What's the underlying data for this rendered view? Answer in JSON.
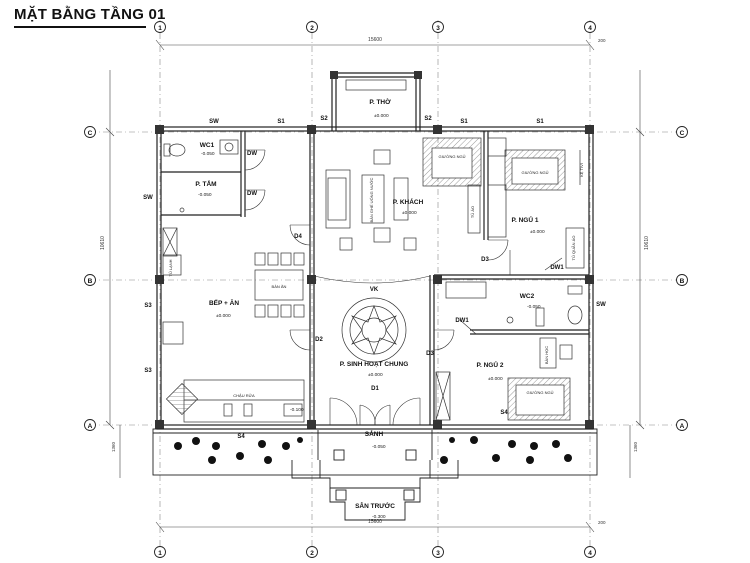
{
  "title": "MẶT BẰNG TẦNG 01",
  "grid_columns": [
    "1",
    "2",
    "3",
    "4"
  ],
  "grid_rows": [
    "C",
    "B",
    "A"
  ],
  "dimensions": {
    "top_total": "15600",
    "bottom_total": "15600",
    "left_total": "10610",
    "right_total": "10610",
    "top_small": "200",
    "bottom_small": "200",
    "side_lower": "1360"
  },
  "rooms": {
    "p_thu": "P. THỜ",
    "p_khach": "P. KHÁCH",
    "wc1": "WC1",
    "p_tam": "P. TẮM",
    "bep_an": "BẾP + ĂN",
    "p_ngu_1": "P. NGỦ 1",
    "wc2": "WC2",
    "p_ngu_2": "P. NGỦ 2",
    "sinh_hoat": "P. SINH HOẠT CHUNG",
    "sanh": "SẢNH",
    "san_truoc": "SÂN TRƯỚC"
  },
  "levels": {
    "p_thu": "±0.000",
    "p_khach": "±0.000",
    "wc1": "-0.050",
    "p_tam": "-0.050",
    "bep_an": "±0.000",
    "p_ngu_1": "±0.000",
    "wc2": "-0.050",
    "p_ngu_2": "±0.000",
    "sinh_hoat": "±0.000",
    "sanh": "-0.050",
    "san_truoc": "-0.300",
    "bench": "-0.100"
  },
  "furniture": {
    "ban_an": "BÀN ĂN",
    "chau_rua": "CHẬU RỬA",
    "giuong_ngu": "GIƯỜNG NGỦ",
    "ban_hoc": "BÀN HỌC",
    "tu_ao": "TỦ ÁO",
    "ke_tivi": "KỆ TIVI",
    "tu_lanh": "TỦ LẠNH",
    "tu_quan_ao": "TỦ QUẦN ÁO",
    "ban_ghe": "BÀN GHẾ UỐNG NƯỚC"
  },
  "doors": {
    "d1": "D1",
    "d2": "D2",
    "d3a": "D3",
    "d3b": "D3",
    "d4": "D4",
    "dw_a": "DW",
    "dw_b": "DW",
    "dw1_a": "DW1",
    "dw1_b": "DW1"
  },
  "windows": {
    "sw_top": "SW",
    "s1_a": "S1",
    "s2_a": "S2",
    "s2_b": "S2",
    "s1_b": "S1",
    "s1_c": "S1",
    "sw_left": "SW",
    "sw_right": "SW",
    "s3_a": "S3",
    "s3_b": "S3",
    "s4_a": "S4",
    "s4_b": "S4"
  },
  "void": "VK"
}
